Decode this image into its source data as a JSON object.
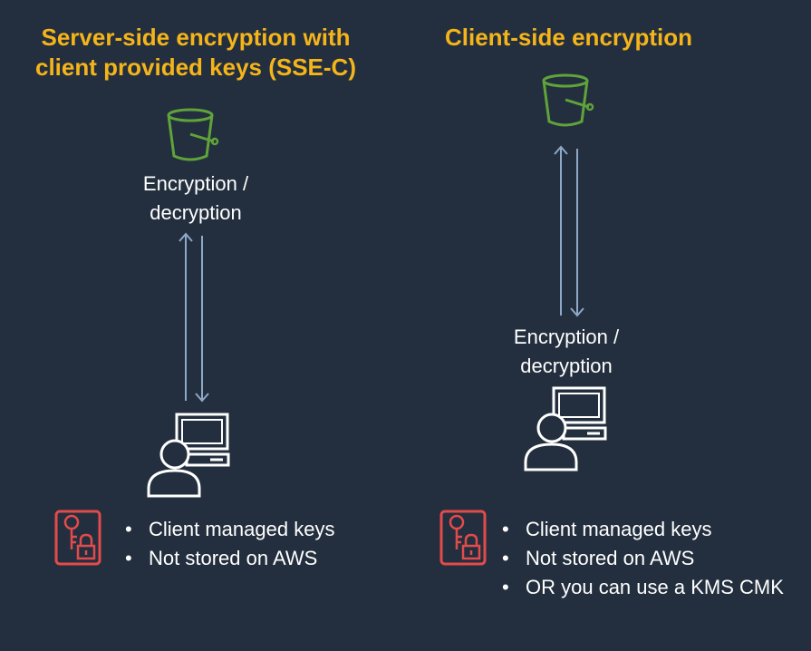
{
  "left": {
    "title_line1": "Server-side encryption with",
    "title_line2": "client provided keys (SSE-C)",
    "label_line1": "Encryption /",
    "label_line2": "decryption",
    "bullets": [
      "Client managed keys",
      "Not stored on AWS"
    ]
  },
  "right": {
    "title": "Client-side encryption",
    "label_line1": "Encryption /",
    "label_line2": "decryption",
    "bullets": [
      "Client managed keys",
      "Not stored on AWS",
      "OR you can use a KMS CMK"
    ]
  },
  "icons": {
    "bucket": "s3-bucket-icon",
    "client": "user-computer-icon",
    "key": "key-lock-icon"
  },
  "colors": {
    "background": "#232f3e",
    "title": "#f5b41a",
    "bucket": "#5fa33a",
    "key": "#e24b4b",
    "arrow": "#8fa8c8",
    "text": "#ffffff"
  }
}
